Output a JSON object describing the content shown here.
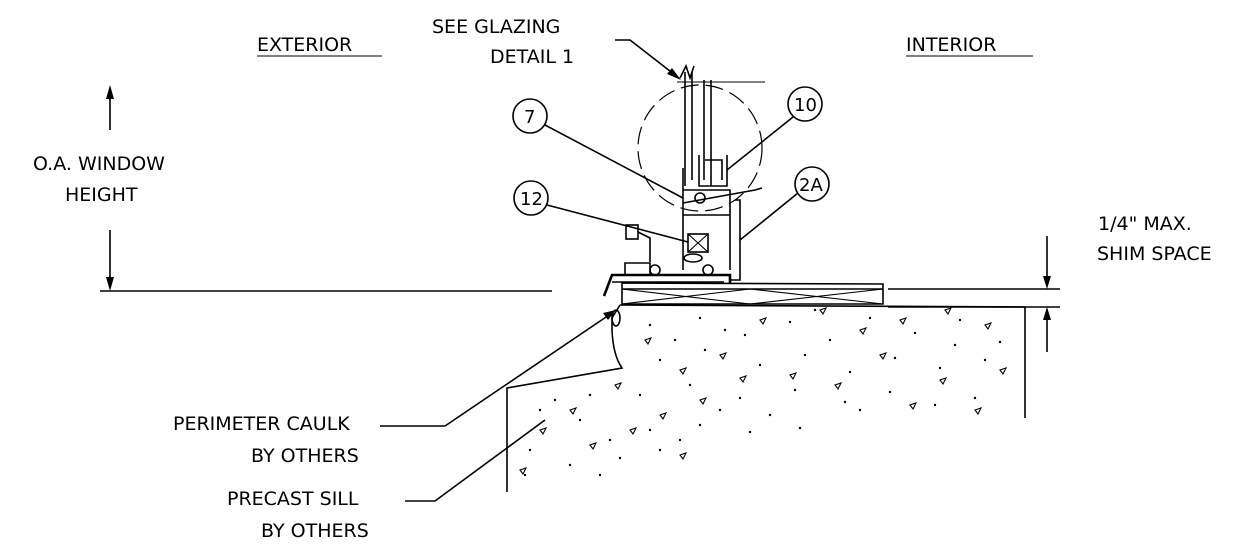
{
  "labels": {
    "exterior": "EXTERIOR",
    "interior": "INTERIOR",
    "see_glazing_1": "SEE GLAZING",
    "see_glazing_2": "DETAIL 1",
    "oa_height_1": "O.A. WINDOW",
    "oa_height_2": "HEIGHT",
    "shim_1": "1/4\" MAX.",
    "shim_2": "SHIM SPACE",
    "caulk_1": "PERIMETER CAULK",
    "caulk_2": "BY OTHERS",
    "sill_1": "PRECAST SILL",
    "sill_2": "BY OTHERS"
  },
  "callouts": {
    "c7": "7",
    "c10": "10",
    "c12": "12",
    "c2a": "2A"
  }
}
